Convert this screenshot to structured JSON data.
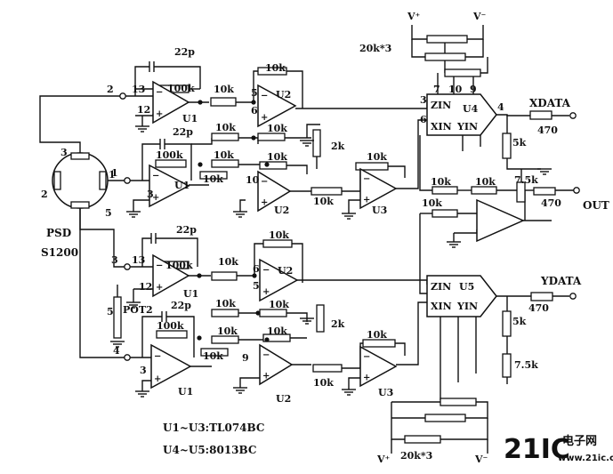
{
  "diagram": {
    "sensor": {
      "name": "PSD",
      "model": "S1200",
      "pins": [
        "1",
        "2",
        "3",
        "5"
      ]
    },
    "x_channel": {
      "pins_top": [
        "2",
        "13",
        "12"
      ],
      "pins_mid": [
        "1",
        "3"
      ],
      "cap1": "22p",
      "cap2": "22p",
      "r_fb1": "100k",
      "r_fb2": "10k",
      "u1a": "U1",
      "u1b": "U1",
      "u2a": "U2",
      "u2b": "U2",
      "u3": "U3",
      "r_a": "10k",
      "r_b": "10k",
      "r_c": "10k",
      "r_d": "10k",
      "r_e": "10k",
      "r_f": "10k",
      "r_g": "10k",
      "r_h": "10k",
      "r_pot": "2k",
      "pin_u2a_5": "5",
      "pin_u2a_6": "6",
      "pin_u2b_10": "10"
    },
    "y_channel": {
      "pins_top": [
        "3",
        "13",
        "12"
      ],
      "pins_bot": [
        "4",
        "3"
      ],
      "pot": "POT2",
      "pot_pin": "5",
      "cap1": "22p",
      "cap2": "22p",
      "r_fb1": "100k",
      "r_fb2": "10k",
      "u1a": "U1",
      "u1b": "U1",
      "u2a": "U2",
      "u2b": "U2",
      "u3": "U3",
      "r_a": "10k",
      "r_b": "10k",
      "r_c": "10k",
      "r_d": "10k",
      "r_e": "10k",
      "r_f": "10k",
      "r_g": "10k",
      "r_h": "10k",
      "r_pot": "2k",
      "pin_u2a_6": "6",
      "pin_u2a_5": "5",
      "pin_u2b_9": "9"
    },
    "divider_top": {
      "label": "20k*3",
      "vplus": "V⁺",
      "vminus": "V⁻",
      "pins": [
        "7",
        "10",
        "9"
      ]
    },
    "divider_bottom": {
      "label": "20k*3",
      "vplus": "V⁺",
      "vminus": "V⁻"
    },
    "u4": {
      "name": "U4",
      "zin": "ZIN",
      "xin": "XIN",
      "yin": "YIN",
      "pin_in3": "3",
      "pin_in6": "6",
      "pin_out": "4",
      "out_label": "XDATA",
      "r_out": "470",
      "r_load": "5k",
      "r_b": "7.5k"
    },
    "u5": {
      "name": "U5",
      "zin": "ZIN",
      "xin": "XIN",
      "yin": "YIN",
      "out_label": "YDATA",
      "r_out": "470",
      "r_load": "5k",
      "r_b": "7.5k"
    },
    "sum_amp": {
      "r1": "10k",
      "r2": "10k",
      "r3": "10k",
      "r_out": "470",
      "out_label": "OUT"
    },
    "notes": {
      "line1": "U1~U3:TL074BC",
      "line2": "U4~U5:8013BC"
    },
    "watermark": {
      "brand": "21IC",
      "cn": "电子网",
      "url": "www.21ic.com"
    }
  }
}
